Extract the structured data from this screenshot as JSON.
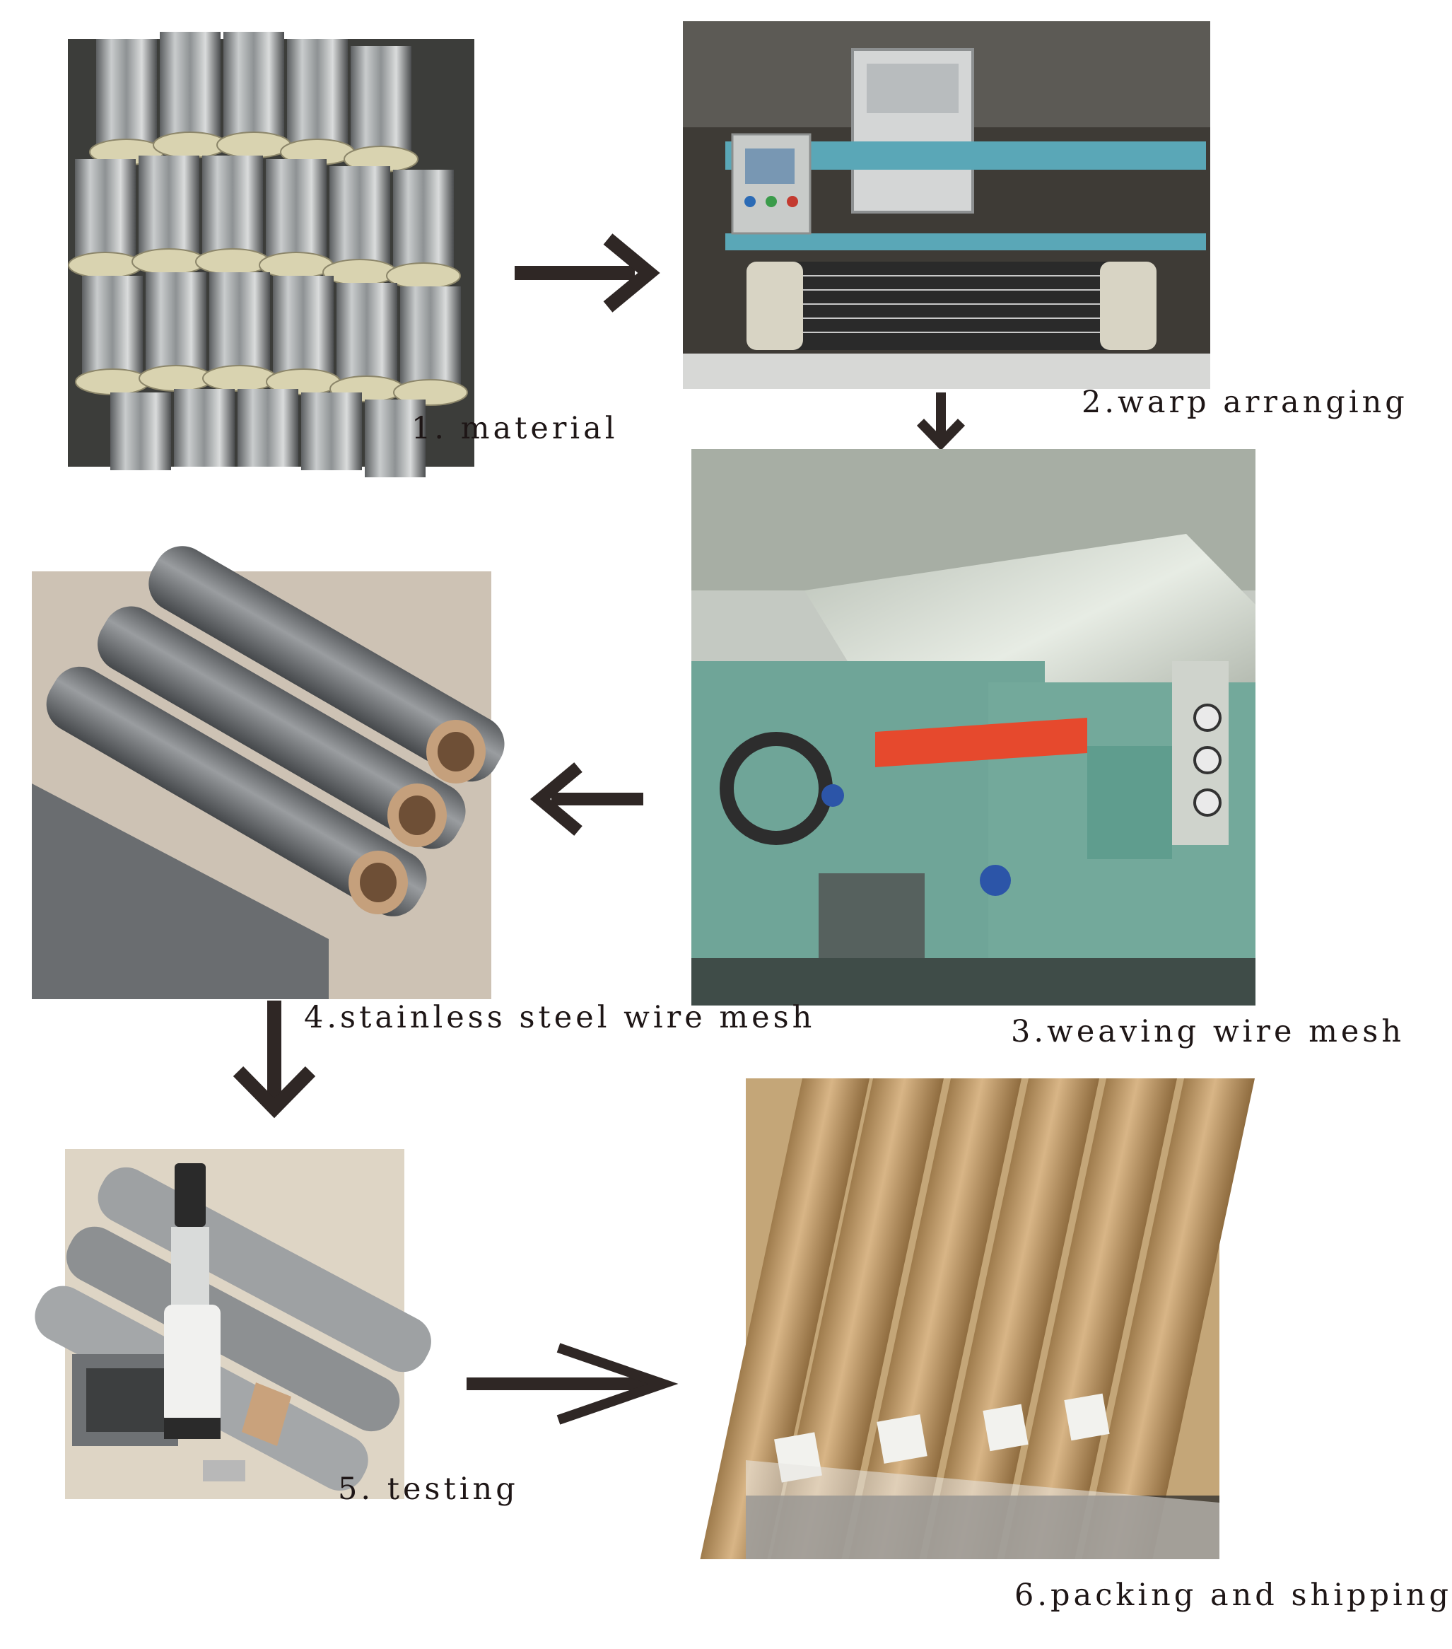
{
  "colors": {
    "background": "#ffffff",
    "arrow": "#2f2725",
    "caption": "#1e1616"
  },
  "steps": [
    {
      "label": "1. material",
      "image": "stainless-steel-wire-spools"
    },
    {
      "label": "2.warp arranging",
      "image": "warp-arranging-machine"
    },
    {
      "label": "3.weaving wire mesh",
      "image": "weaving-loom"
    },
    {
      "label": "4.stainless steel wire mesh",
      "image": "wire-mesh-rolls"
    },
    {
      "label": "5. testing",
      "image": "magnifier-on-mesh"
    },
    {
      "label": "6.packing and shipping",
      "image": "kraft-paper-wrapped-rolls"
    }
  ],
  "arrows": [
    {
      "name": "arrow-1-to-2",
      "direction": "right"
    },
    {
      "name": "arrow-2-to-3",
      "direction": "down"
    },
    {
      "name": "arrow-3-to-4",
      "direction": "left"
    },
    {
      "name": "arrow-4-to-5",
      "direction": "down"
    },
    {
      "name": "arrow-5-to-6",
      "direction": "right"
    }
  ]
}
